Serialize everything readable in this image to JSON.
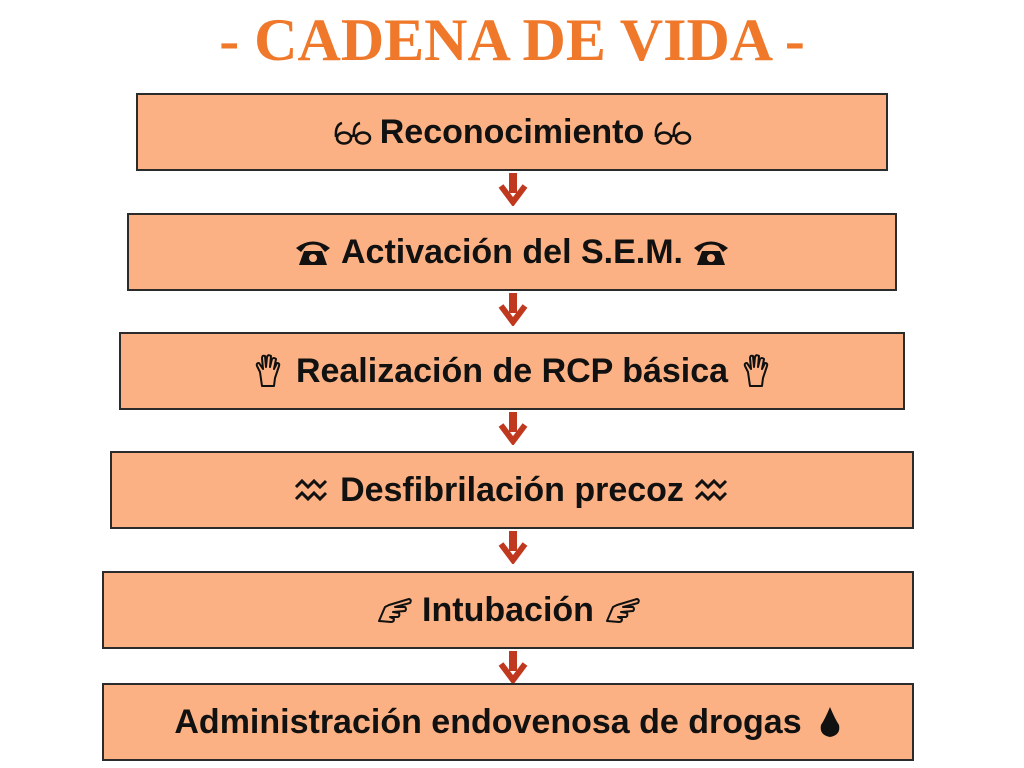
{
  "title": "- CADENA DE VIDA -",
  "colors": {
    "title": "#f0782a",
    "box_fill": "#fbb183",
    "box_border": "#2b2b2b",
    "arrow": "#c0391f"
  },
  "steps": [
    {
      "label": "Reconocimiento",
      "icon": "eyeglasses-icon"
    },
    {
      "label": "Activación del S.E.M.",
      "icon": "telephone-icon"
    },
    {
      "label": "Realización de RCP básica",
      "icon": "hand-icon"
    },
    {
      "label": "Desfibrilación precoz",
      "icon": "aquarius-icon"
    },
    {
      "label": "Intubación",
      "icon": "pointing-hand-icon"
    },
    {
      "label": "Administración endovenosa de drogas",
      "icon": "drop-icon"
    }
  ],
  "connector_icon": "arrow-down-icon"
}
